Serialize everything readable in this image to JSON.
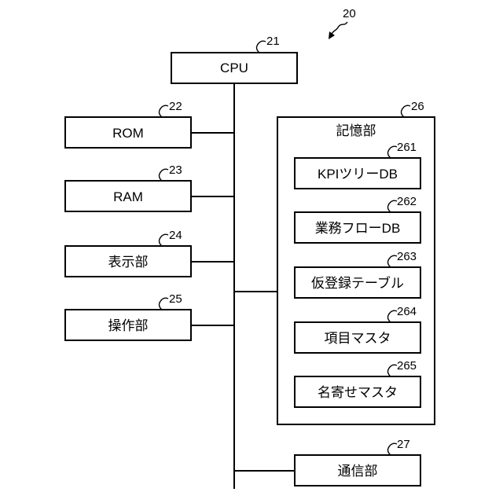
{
  "figure_ref": "20",
  "cpu": {
    "label": "CPU",
    "ref": "21"
  },
  "rom": {
    "label": "ROM",
    "ref": "22"
  },
  "ram": {
    "label": "RAM",
    "ref": "23"
  },
  "display": {
    "label": "表示部",
    "ref": "24"
  },
  "operation": {
    "label": "操作部",
    "ref": "25"
  },
  "storage": {
    "label": "記憶部",
    "ref": "26",
    "items": [
      {
        "label": "KPIツリーDB",
        "ref": "261"
      },
      {
        "label": "業務フローDB",
        "ref": "262"
      },
      {
        "label": "仮登録テーブル",
        "ref": "263"
      },
      {
        "label": "項目マスタ",
        "ref": "264"
      },
      {
        "label": "名寄せマスタ",
        "ref": "265"
      }
    ]
  },
  "communication": {
    "label": "通信部",
    "ref": "27"
  }
}
